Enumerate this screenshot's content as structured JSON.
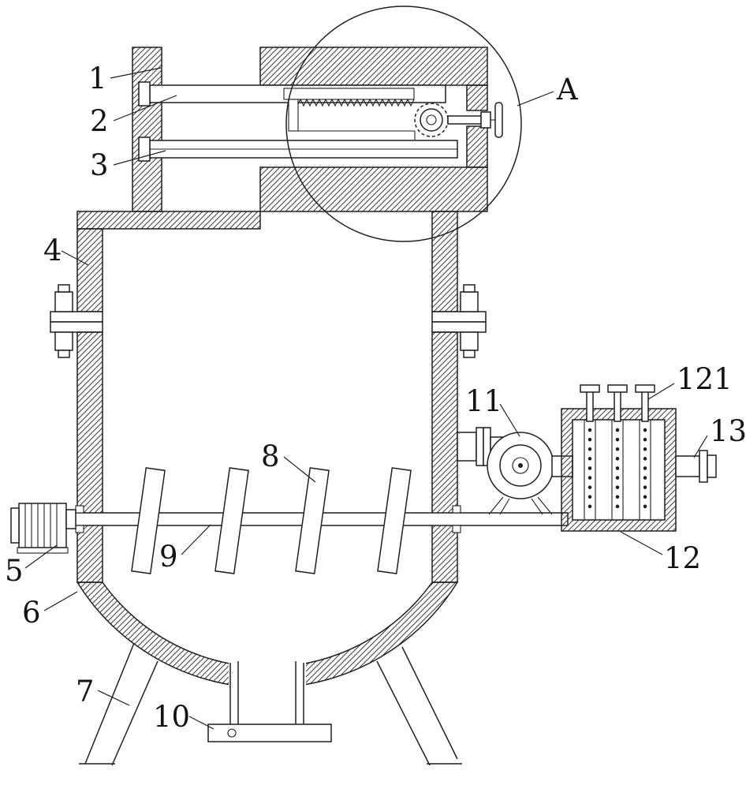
{
  "figure": {
    "background": "#ffffff",
    "ink": "#1f1f1f",
    "hatch_color": "#3c3c3c"
  },
  "labels": [
    {
      "id": "1",
      "text": "1"
    },
    {
      "id": "2",
      "text": "2"
    },
    {
      "id": "3",
      "text": "3"
    },
    {
      "id": "4",
      "text": "4"
    },
    {
      "id": "5",
      "text": "5"
    },
    {
      "id": "6",
      "text": "6"
    },
    {
      "id": "7",
      "text": "7"
    },
    {
      "id": "8",
      "text": "8"
    },
    {
      "id": "9",
      "text": "9"
    },
    {
      "id": "10",
      "text": "10"
    },
    {
      "id": "11",
      "text": "11"
    },
    {
      "id": "12",
      "text": "12"
    },
    {
      "id": "121",
      "text": "121"
    },
    {
      "id": "13",
      "text": "13"
    },
    {
      "id": "A",
      "text": "A"
    }
  ]
}
